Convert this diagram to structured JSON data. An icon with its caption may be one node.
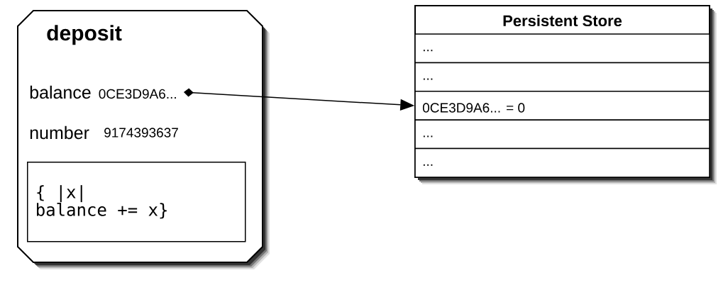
{
  "diagram": {
    "nodes": [
      {
        "text": [
          "deposit"
        ]
      },
      {
        "text": [
          "balance",
          "0CE3D9A6..."
        ],
        "in": 0
      },
      {
        "text": [
          "{ |x|",
          "balance += x}"
        ],
        "in": 0
      },
      {
        "text": [
          "Persistent Store"
        ]
      },
      {
        "text": [
          "..."
        ],
        "in": 3
      },
      {
        "text": [
          "..."
        ],
        "in": 3
      },
      {
        "text": [
          "0CE3D9A6... = 0"
        ],
        "in": 3
      },
      {
        "text": [
          "..."
        ],
        "in": 3
      },
      {
        "text": [
          "..."
        ],
        "in": 3
      }
    ],
    "edges": [
      {
        "from": 1,
        "to": 6,
        "arrow": "to"
      }
    ],
    "labels": [
      "number",
      "9174393637"
    ]
  }
}
